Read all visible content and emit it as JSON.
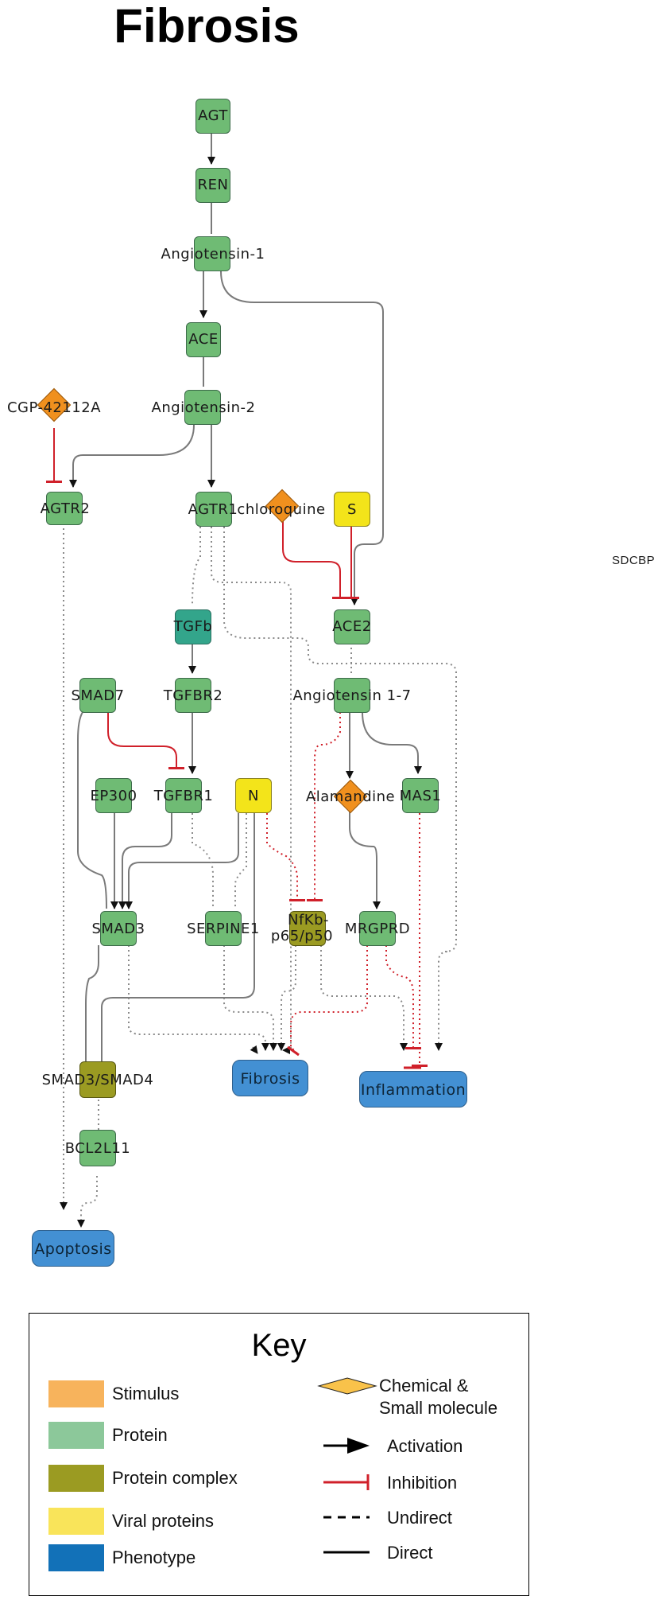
{
  "title": "Fibrosis",
  "nodes": {
    "agt": "AGT",
    "ren": "REN",
    "angiotensin1": "Angiotensin-1",
    "ace": "ACE",
    "angiotensin2": "Angiotensin-2",
    "cgp42112a": "CGP-42112A",
    "agtr2": "AGTR2",
    "agtr1": "AGTR1",
    "chloroquine": "chloroquine",
    "s": "S",
    "ace2": "ACE2",
    "sdcbp": "SDCBP",
    "tgfb": "TGFb",
    "smad7": "SMAD7",
    "tgfbr2": "TGFBR2",
    "angiotensin17": "Angiotensin 1-7",
    "ep300": "EP300",
    "tgfbr1": "TGFBR1",
    "n": "N",
    "alamandine": "Alamandine",
    "mas1": "MAS1",
    "smad3": "SMAD3",
    "serpine1": "SERPINE1",
    "nfkb_line1": "NfKb-",
    "nfkb_line2": "p65/p50",
    "mrgprd": "MRGPRD",
    "smad3smad4": "SMAD3/SMAD4",
    "bcl2l11": "BCL2L11"
  },
  "phenotypes": {
    "fibrosis": "Fibrosis",
    "inflammation": "Inflammation",
    "apoptosis": "Apoptosis"
  },
  "key": {
    "title": "Key",
    "stimulus": "Stimulus",
    "protein": "Protein",
    "protein_complex": "Protein complex",
    "viral_proteins": "Viral proteins",
    "phenotype": "Phenotype",
    "chemical_line1": "Chemical &",
    "chemical_line2": "Small molecule",
    "activation": "Activation",
    "inhibition": "Inhibition",
    "undirect": "Undirect",
    "direct": "Direct"
  },
  "colors": {
    "protein": "#6fbb74",
    "protein_complex": "#9b9b22",
    "viral": "#f3e41a",
    "phenotype": "#4390d3",
    "chemical": "#f0901e",
    "tgfb": "#33a58b",
    "inhibition": "#d0202a",
    "direct_edge": "#7a7a7a",
    "key_stimulus": "#f7b35c",
    "key_protein": "#8cc89a",
    "key_complex": "#9b9b22",
    "key_viral": "#f9e45a",
    "key_phenotype": "#1271b8",
    "key_chemical": "#f9c24a"
  }
}
